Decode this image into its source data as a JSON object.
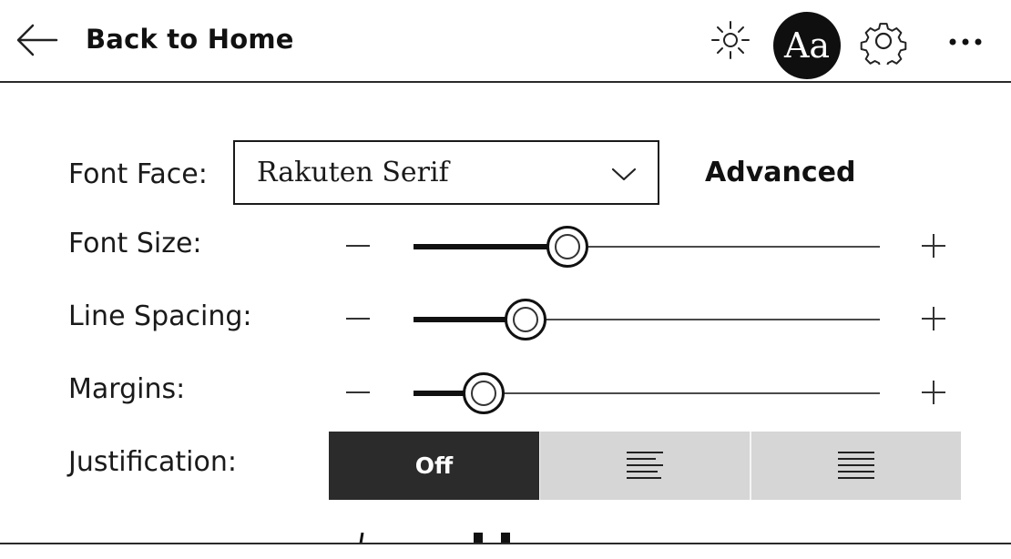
{
  "header": {
    "back_label": "Back to Home",
    "aa_label": "Aa",
    "icons": [
      "back-arrow-icon",
      "brightness-icon",
      "font-settings-icon",
      "gear-icon",
      "more-icon"
    ]
  },
  "settings": {
    "font_face": {
      "label": "Font Face:",
      "value": "Rakuten Serif",
      "advanced_label": "Advanced"
    },
    "font_size": {
      "label": "Font Size:",
      "level": 0.33
    },
    "line_spacing": {
      "label": "Line Spacing:",
      "level": 0.24
    },
    "margins": {
      "label": "Margins:",
      "level": 0.15
    },
    "justification": {
      "label": "Justification:",
      "off_label": "Off",
      "selected": "Off"
    }
  },
  "colors": {
    "accent": "#111111",
    "segment_inactive": "#d6d6d6",
    "segment_active": "#2b2b2b"
  }
}
